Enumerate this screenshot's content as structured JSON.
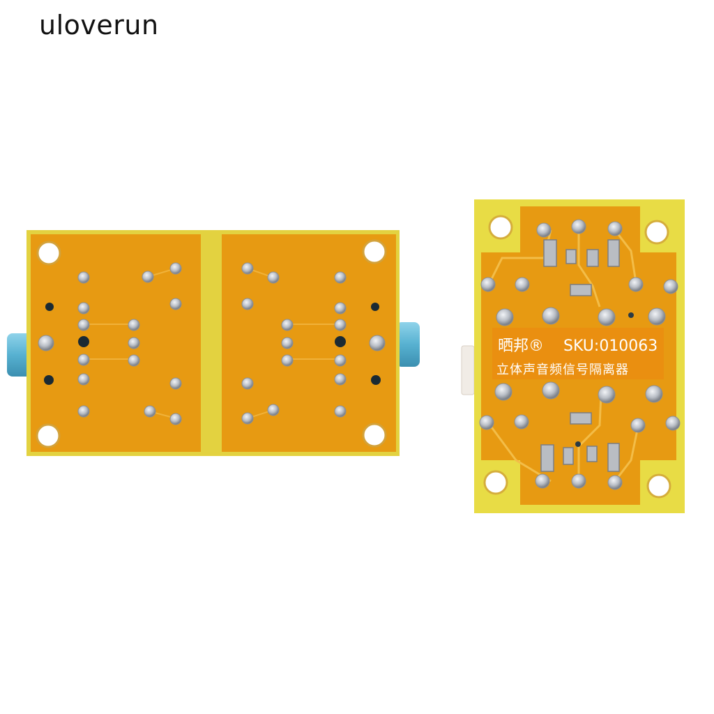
{
  "watermark": {
    "text": "uloverun"
  },
  "board_right": {
    "brand_text": "晒邦®",
    "sku_text": "SKU:010063",
    "description_text": "立体声音频信号隔离器"
  },
  "colors": {
    "pcb_yellow": "#e6d23a",
    "copper": "#e59a0f",
    "solder": "#c9cdd3",
    "jack_blue": "#5fb6d4"
  }
}
